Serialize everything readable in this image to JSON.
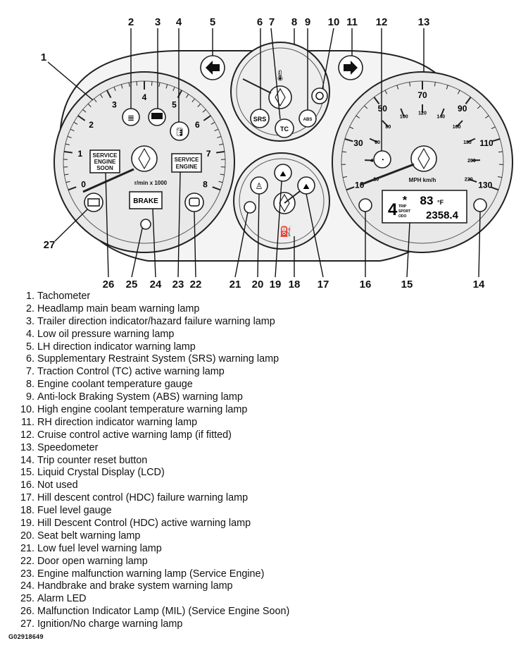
{
  "diagram": {
    "panel_labels": {
      "tach_unit": "r/min x 1000",
      "speed_unit": "MPH km/h",
      "service_engine_soon": [
        "SERVICE",
        "ENGINE",
        "SOON"
      ],
      "service_engine": [
        "SERVICE",
        "ENGINE"
      ],
      "brake": "BRAKE",
      "srs": "SRS",
      "tc": "TC",
      "abs": "ABS"
    },
    "tachometer_ticks": [
      "0",
      "1",
      "2",
      "3",
      "4",
      "5",
      "6",
      "7",
      "8"
    ],
    "speed_mph_ticks": [
      "10",
      "30",
      "50",
      "70",
      "90",
      "110",
      "130"
    ],
    "speed_kmh_ticks": [
      "20",
      "40",
      "60",
      "80",
      "100",
      "120",
      "140",
      "160",
      "180",
      "200",
      "220"
    ],
    "lcd": {
      "gear": "4",
      "mode_lines": [
        "TRIP",
        "SPORT",
        "ODO"
      ],
      "snow_icon": "snowflake-icon",
      "temperature": "83",
      "temperature_unit": "°F",
      "odometer": "2358.4"
    },
    "callouts": [
      "1",
      "2",
      "3",
      "4",
      "5",
      "6",
      "7",
      "8",
      "9",
      "10",
      "11",
      "12",
      "13",
      "14",
      "15",
      "16",
      "17",
      "18",
      "19",
      "20",
      "21",
      "22",
      "23",
      "24",
      "25",
      "26",
      "27"
    ]
  },
  "legend": [
    {
      "num": "1.",
      "text": "Tachometer"
    },
    {
      "num": "2.",
      "text": "Headlamp main beam warning lamp"
    },
    {
      "num": "3.",
      "text": "Trailer direction indicator/hazard failure warning lamp"
    },
    {
      "num": "4.",
      "text": "Low oil pressure warning lamp"
    },
    {
      "num": "5.",
      "text": "LH direction indicator warning lamp"
    },
    {
      "num": "6.",
      "text": "Supplementary Restraint System (SRS) warning lamp"
    },
    {
      "num": "7.",
      "text": "Traction Control (TC) active warning lamp"
    },
    {
      "num": "8.",
      "text": "Engine coolant temperature gauge"
    },
    {
      "num": "9.",
      "text": "Anti-lock Braking System (ABS) warning lamp"
    },
    {
      "num": "10.",
      "text": "High engine coolant temperature warning lamp"
    },
    {
      "num": "11.",
      "text": "RH direction indicator warning lamp"
    },
    {
      "num": "12.",
      "text": "Cruise control active warning lamp (if fitted)"
    },
    {
      "num": "13.",
      "text": "Speedometer"
    },
    {
      "num": "14.",
      "text": "Trip counter reset button"
    },
    {
      "num": "15.",
      "text": "Liquid Crystal Display (LCD)"
    },
    {
      "num": "16.",
      "text": "Not used"
    },
    {
      "num": "17.",
      "text": "Hill descent control (HDC) failure warning lamp"
    },
    {
      "num": "18.",
      "text": "Fuel level gauge"
    },
    {
      "num": "19.",
      "text": "Hill Descent Control (HDC) active warning lamp"
    },
    {
      "num": "20.",
      "text": "Seat belt warning lamp"
    },
    {
      "num": "21.",
      "text": "Low fuel level warning lamp"
    },
    {
      "num": "22.",
      "text": "Door open warning lamp"
    },
    {
      "num": "23.",
      "text": "Engine malfunction warning lamp (Service Engine)"
    },
    {
      "num": "24.",
      "text": "Handbrake and brake system warning lamp"
    },
    {
      "num": "25.",
      "text": "Alarm LED"
    },
    {
      "num": "26.",
      "text": "Malfunction Indicator Lamp (MIL) (Service Engine Soon)"
    },
    {
      "num": "27.",
      "text": "Ignition/No charge warning lamp"
    }
  ],
  "figure_code": "G02918649"
}
